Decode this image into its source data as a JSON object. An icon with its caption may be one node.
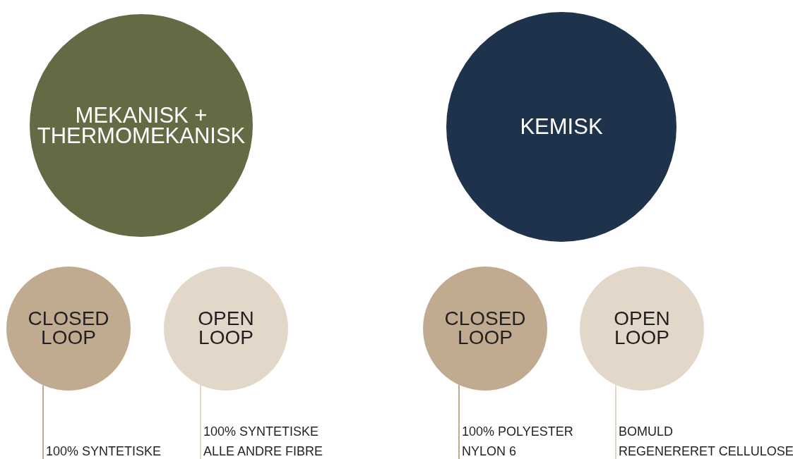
{
  "diagram": {
    "nodes": [
      {
        "text": [
          "MEKANISK + THERMOMEKANISK"
        ]
      },
      {
        "text": [
          "KEMISK"
        ]
      },
      {
        "text": [
          "CLOSED LOOP"
        ]
      },
      {
        "text": [
          "OPEN LOOP"
        ]
      },
      {
        "text": [
          "CLOSED LOOP"
        ]
      },
      {
        "text": [
          "OPEN LOOP"
        ]
      },
      {
        "text": [
          "100% SYNTETISKE"
        ]
      },
      {
        "text": [
          "100% SYNTETISKE",
          "ALLE ANDRE FIBRE"
        ]
      },
      {
        "text": [
          "100% POLYESTER",
          "NYLON 6"
        ]
      },
      {
        "text": [
          "BOMULD",
          "REGENERERET CELLULOSE"
        ]
      }
    ],
    "edges": [
      {
        "from": 2,
        "to": 6,
        "arrow": "none"
      },
      {
        "from": 3,
        "to": 7,
        "arrow": "none"
      },
      {
        "from": 4,
        "to": 8,
        "arrow": "none"
      },
      {
        "from": 5,
        "to": 9,
        "arrow": "none"
      }
    ]
  }
}
